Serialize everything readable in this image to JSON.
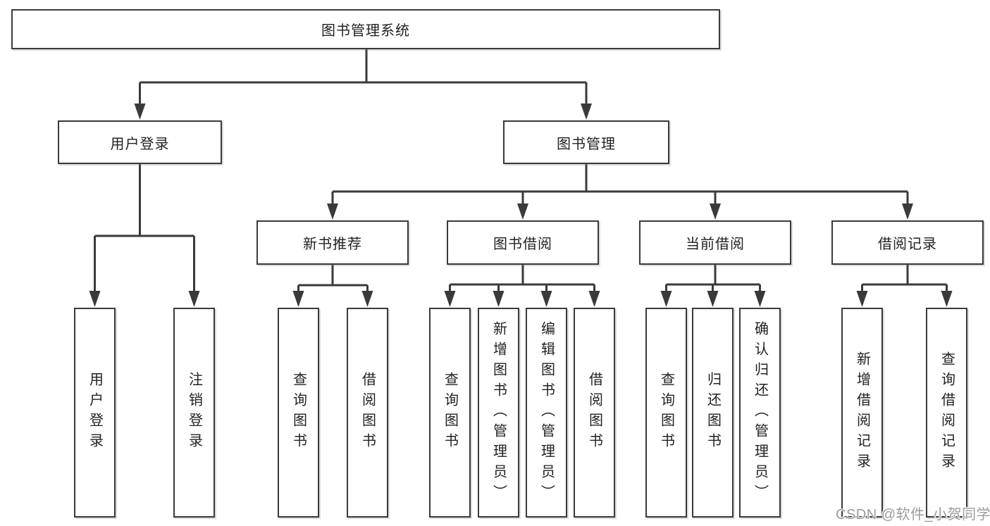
{
  "tree": {
    "label": "图书管理系统",
    "children": [
      {
        "label": "用户登录",
        "children": [
          {
            "label": "用户登录"
          },
          {
            "label": "注销登录"
          }
        ]
      },
      {
        "label": "图书管理",
        "children": [
          {
            "label": "新书推荐",
            "children": [
              {
                "label": "查询图书"
              },
              {
                "label": "借阅图书"
              }
            ]
          },
          {
            "label": "图书借阅",
            "children": [
              {
                "label": "查询图书"
              },
              {
                "label": "新增图书（管理员）"
              },
              {
                "label": "编辑图书（管理员）"
              },
              {
                "label": "借阅图书"
              }
            ]
          },
          {
            "label": "当前借阅",
            "children": [
              {
                "label": "查询图书"
              },
              {
                "label": "归还图书"
              },
              {
                "label": "确认归还（管理员）"
              }
            ]
          },
          {
            "label": "借阅记录",
            "children": [
              {
                "label": "新增借阅记录"
              },
              {
                "label": "查询借阅记录"
              }
            ]
          }
        ]
      }
    ]
  },
  "watermark": {
    "text": "CSDN @软件_小贺同学"
  },
  "colors": {
    "background": "#ffffff",
    "line": "#3a3a3a",
    "box_border": "#3a3a3a",
    "text": "#222222",
    "watermark": "#9b9b9b"
  }
}
